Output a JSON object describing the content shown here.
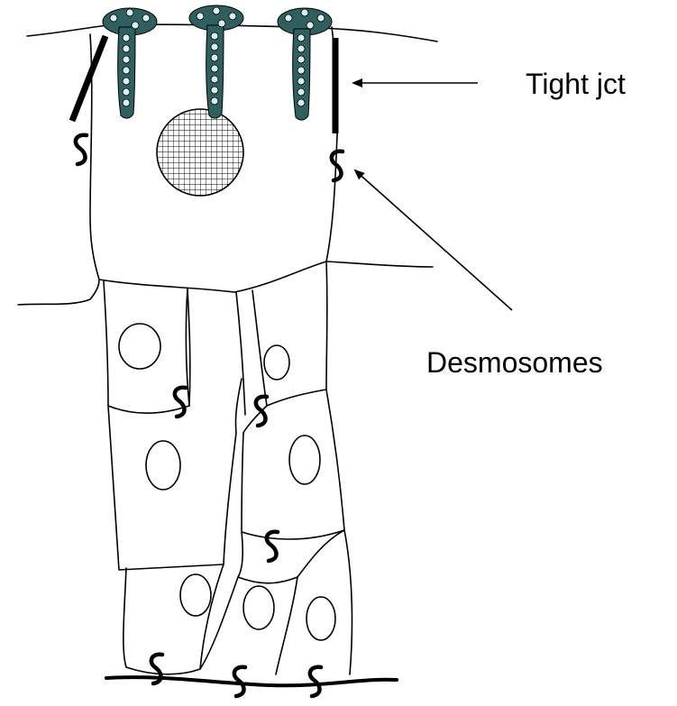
{
  "labels": {
    "tight_junction": "Tight jct",
    "desmosomes": "Desmosomes"
  },
  "colors": {
    "vesicle_fill": "#2f5f5f",
    "vesicle_dots": "#d8eef0",
    "line": "#000000",
    "background": "#ffffff"
  },
  "icons": {
    "nucleus_pattern": "grid-hatch",
    "desmosome_symbol": "s-curve"
  }
}
